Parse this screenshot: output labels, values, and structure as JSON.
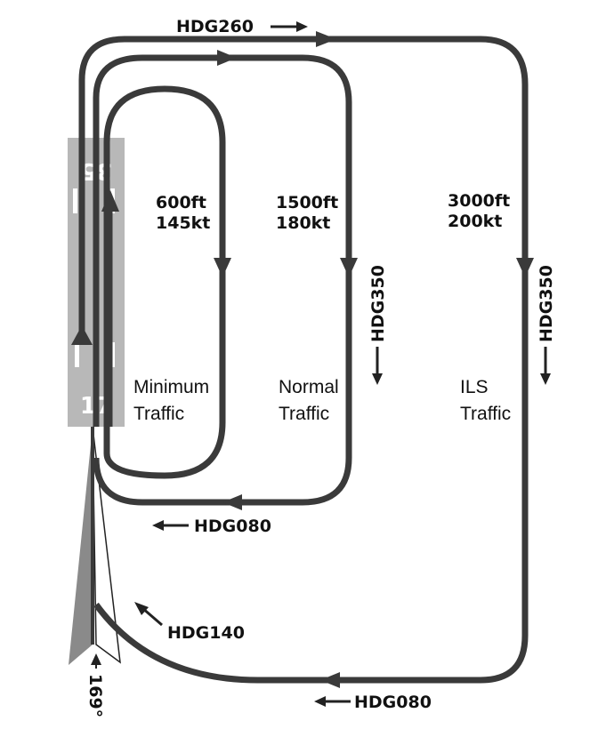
{
  "runway": {
    "north_number": "35",
    "south_number": "17",
    "colors": {
      "strip": "#b8b8b8",
      "marks": "#ffffff",
      "path": "#3a3a3a",
      "ils_cone": "#8a8a8a"
    }
  },
  "patterns": {
    "minimum": {
      "altitude": "600ft",
      "speed": "145kt",
      "name_line1": "Minimum",
      "name_line2": "Traffic"
    },
    "normal": {
      "altitude": "1500ft",
      "speed": "180kt",
      "name_line1": "Normal",
      "name_line2": "Traffic"
    },
    "ils": {
      "altitude": "3000ft",
      "speed": "200kt",
      "name_line1": "ILS",
      "name_line2": "Traffic"
    }
  },
  "headings": {
    "top": "HDG260",
    "normal_downwind": "HDG350",
    "ils_downwind": "HDG350",
    "normal_base": "HDG080",
    "ils_base": "HDG080",
    "intercept": "HDG140"
  },
  "ils_course": "169°"
}
